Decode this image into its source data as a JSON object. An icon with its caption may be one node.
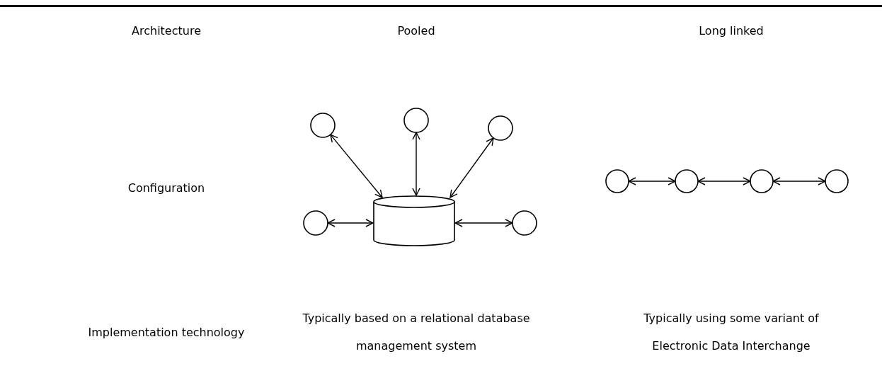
{
  "diagram": {
    "nodes": [
      {
        "text": [],
        "shape": "circle"
      },
      {
        "text": [],
        "shape": "circle"
      },
      {
        "text": [],
        "shape": "circle"
      },
      {
        "text": [],
        "shape": "circle"
      },
      {
        "text": [],
        "shape": "cylinder"
      },
      {
        "text": [],
        "shape": "circle"
      },
      {
        "text": [],
        "shape": "circle"
      },
      {
        "text": [],
        "shape": "circle"
      },
      {
        "text": [],
        "shape": "circle"
      },
      {
        "text": [],
        "shape": "circle"
      }
    ],
    "edges": [
      {
        "from": 0,
        "to": 4,
        "arrow": "both"
      },
      {
        "from": 1,
        "to": 4,
        "arrow": "both"
      },
      {
        "from": 2,
        "to": 4,
        "arrow": "both"
      },
      {
        "from": 3,
        "to": 4,
        "arrow": "both"
      },
      {
        "from": 4,
        "to": 5,
        "arrow": "both"
      },
      {
        "from": 6,
        "to": 7,
        "arrow": "both"
      },
      {
        "from": 7,
        "to": 8,
        "arrow": "both"
      },
      {
        "from": 8,
        "to": 9,
        "arrow": "both"
      }
    ],
    "labels": [
      "Architecture",
      "Pooled",
      "Long linked",
      "Configuration",
      "Implementation technology",
      "Typically based on a relational database management system",
      "Typically using some variant of Electronic Data Interchange"
    ]
  }
}
